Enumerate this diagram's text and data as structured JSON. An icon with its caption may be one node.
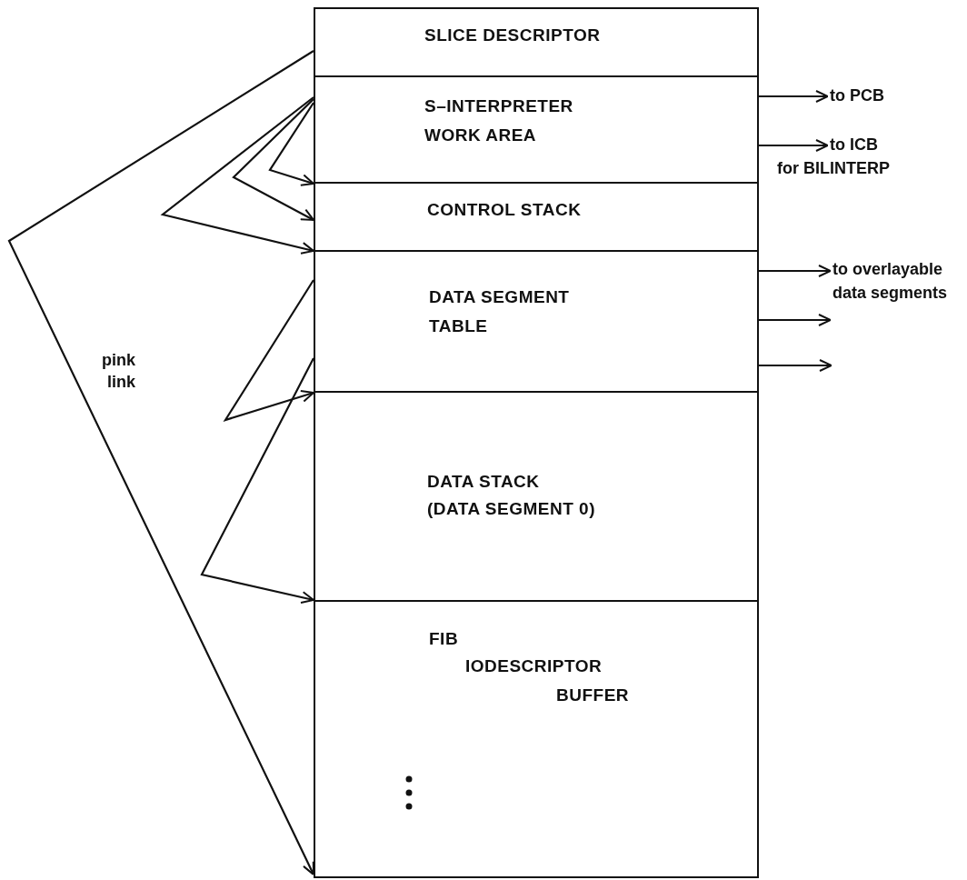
{
  "diagram": {
    "nodes": [
      {
        "text": [
          "SLICE DESCRIPTOR"
        ]
      },
      {
        "text": [
          "S–INTERPRETER WORK AREA"
        ]
      },
      {
        "text": [
          "CONTROL STACK"
        ]
      },
      {
        "text": [
          "DATA SEGMENT TABLE"
        ]
      },
      {
        "text": [
          "DATA STACK",
          "(DATA SEGMENT 0)"
        ]
      },
      {
        "text": [
          "FIB",
          "IODESCRIPTOR",
          "BUFFER"
        ]
      },
      {
        "text": [
          "to PCB"
        ]
      },
      {
        "text": [
          "to ICB for BILINTERP"
        ]
      },
      {
        "text": [
          "to overlayable data segments"
        ]
      }
    ],
    "edges": [
      {
        "from": 0,
        "to": 5,
        "arrow": "to",
        "label": "pink link"
      },
      {
        "from": 1,
        "to": 2,
        "arrow": "to"
      },
      {
        "from": 1,
        "to": 2,
        "arrow": "to"
      },
      {
        "from": 1,
        "to": 3,
        "arrow": "to"
      },
      {
        "from": 3,
        "to": 4,
        "arrow": "to"
      },
      {
        "from": 3,
        "to": 5,
        "arrow": "to"
      },
      {
        "from": 1,
        "to": 6,
        "arrow": "to"
      },
      {
        "from": 1,
        "to": 7,
        "arrow": "to"
      },
      {
        "from": 3,
        "to": 8,
        "arrow": "to"
      },
      {
        "from": 3,
        "to": 8,
        "arrow": "to"
      },
      {
        "from": 3,
        "to": null,
        "arrow": "to"
      }
    ]
  }
}
